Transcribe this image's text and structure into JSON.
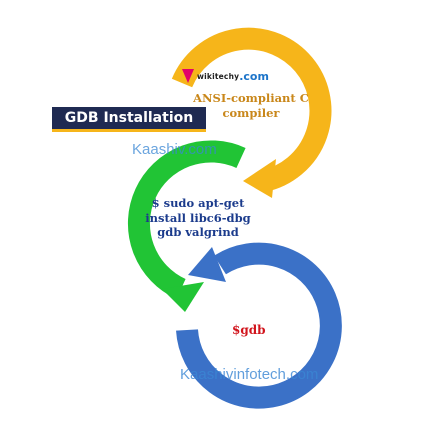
{
  "title": "GDB Installation",
  "logo": {
    "name": "wikitechy",
    "suffix": ".com"
  },
  "steps": [
    {
      "text": "ANSI-compliant C compiler",
      "color": "#f6b51a"
    },
    {
      "text": "$ sudo apt-get install libc6-dbg gdb valgrind",
      "color": "#21c435"
    },
    {
      "text": "$gdb",
      "color": "#3b71c7"
    }
  ],
  "watermarks": [
    "Kaashiv.com",
    "Kaashivinfotech.com"
  ],
  "colors": {
    "title_bg": "#1f2a52",
    "title_text": "#ffffff",
    "step1_text": "#c9871a",
    "step2_text": "#1b3b8c",
    "step3_text": "#d1141c"
  }
}
